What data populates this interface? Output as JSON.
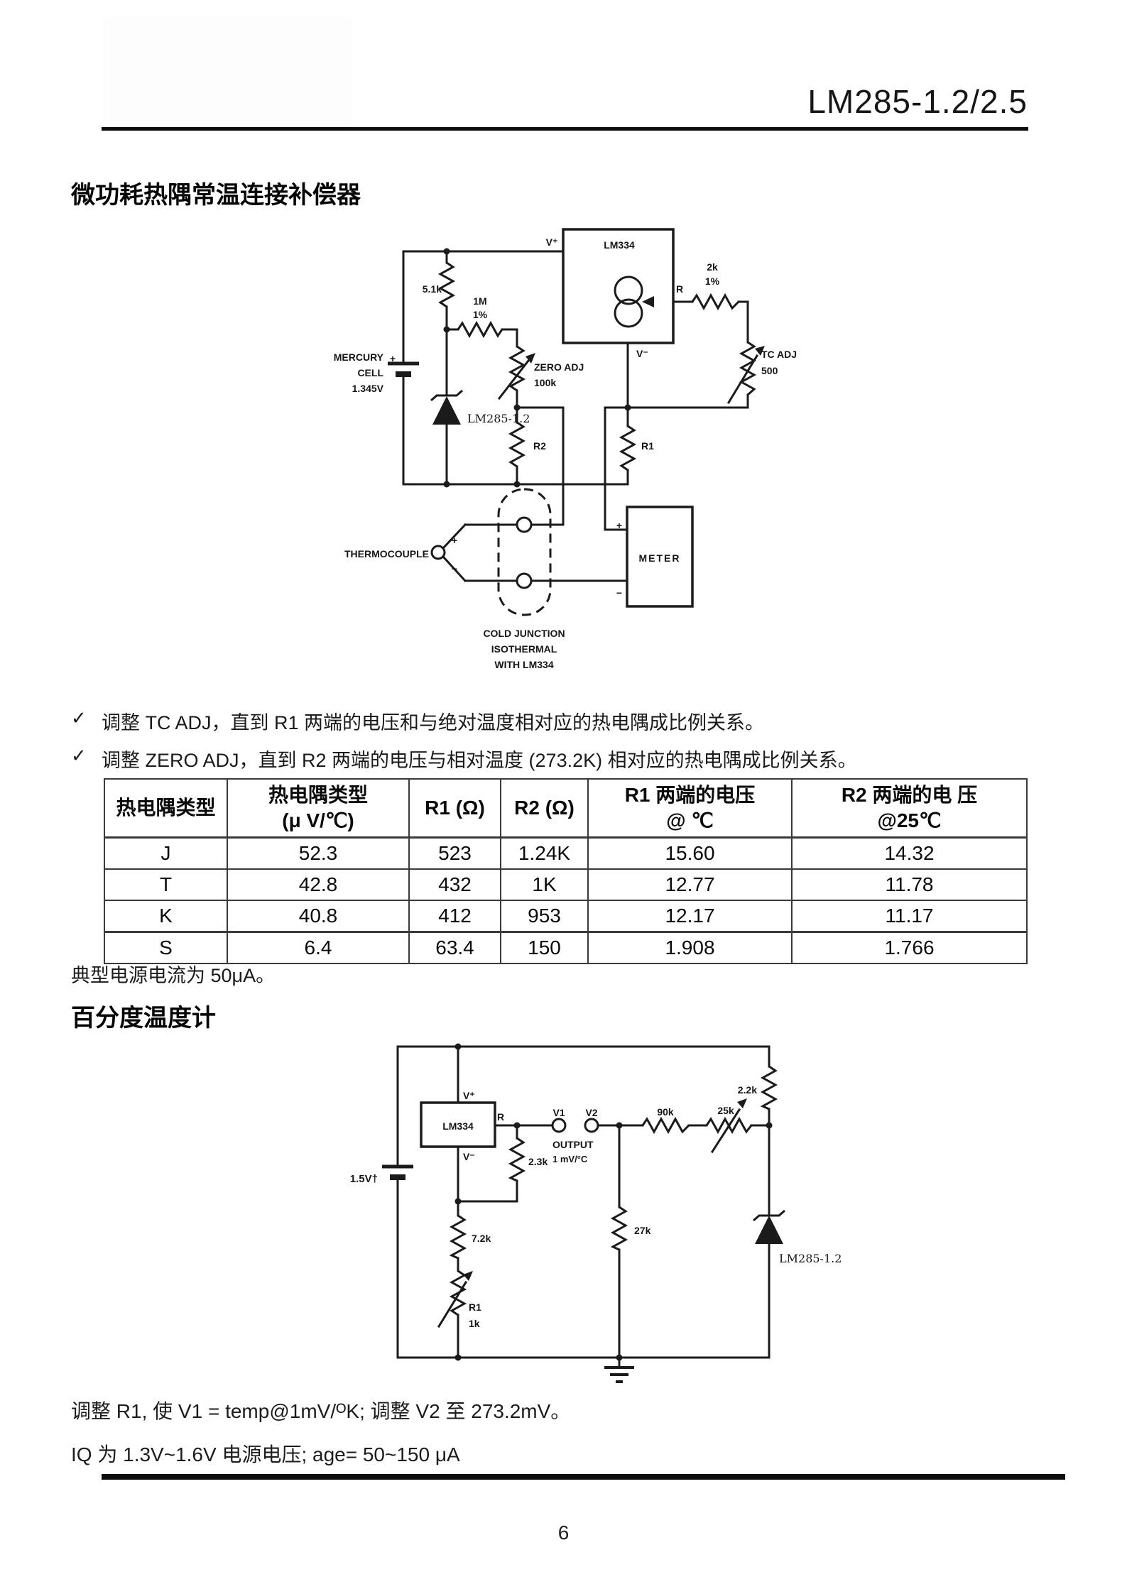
{
  "header": {
    "title": "LM285-1.2/2.5"
  },
  "section1": {
    "title": "微功耗热隅常温连接补偿器"
  },
  "bullets": [
    {
      "mark": "✓",
      "text": "调整 TC  ADJ，直到 R1 两端的电压和与绝对温度相对应的热电隅成比例关系。"
    },
    {
      "mark": "✓",
      "text": "调整 ZERO  ADJ，直到 R2 两端的电压与相对温度 (273.2K) 相对应的热电隅成比例关系。"
    }
  ],
  "table": {
    "headers": [
      {
        "line1": "热电隅类型",
        "line2": ""
      },
      {
        "line1": "热电隅类型",
        "line2": "(μ V/℃)"
      },
      {
        "line1": "R1 (Ω)",
        "line2": ""
      },
      {
        "line1": "R2 (Ω)",
        "line2": ""
      },
      {
        "line1": "R1 两端的电压",
        "line2": "@ ℃"
      },
      {
        "line1": "R2 两端的电 压",
        "line2": "@25℃"
      }
    ],
    "rows": [
      [
        "J",
        "52.3",
        "523",
        "1.24K",
        "15.60",
        "14.32"
      ],
      [
        "T",
        "42.8",
        "432",
        "1K",
        "12.77",
        "11.78"
      ],
      [
        "K",
        "40.8",
        "412",
        "953",
        "12.17",
        "11.17"
      ],
      [
        "S",
        "6.4",
        "63.4",
        "150",
        "1.908",
        "1.766"
      ]
    ]
  },
  "note": "典型电源电流为 50μA。",
  "section2": {
    "title": "百分度温度计"
  },
  "footnotes": {
    "line1": "调整 R1, 使 V1 = temp@1mV/ᴼK; 调整 V2 至 273.2mV。",
    "line2": "IQ 为 1.3V~1.6V 电源电压; age= 50~150 μA"
  },
  "footer": {
    "page_number": "6"
  },
  "circuit1": {
    "v_plus": "V⁺",
    "ic": "LM334",
    "r_pin": "R",
    "r2k": "2k",
    "r2k_tol": "1%",
    "tc_adj": "TC ADJ",
    "tc_adj_val": "500",
    "r5k1": "5.1k",
    "r1m": "1M",
    "r1m_tol": "1%",
    "zero_adj": "ZERO ADJ",
    "zero_adj_val": "100k",
    "zener": "LM285-1.2",
    "mercury_cell": [
      "MERCURY",
      "CELL",
      "1.345V"
    ],
    "bat_plus": "+",
    "v_minus": "V⁻",
    "r2": "R2",
    "r1": "R1",
    "thermocouple": "THERMOCOUPLE",
    "tc_plus": "+",
    "tc_minus": "−",
    "meter": "METER",
    "meter_plus": "+",
    "meter_minus": "−",
    "cold_junction": [
      "COLD JUNCTION",
      "ISOTHERMAL",
      "WITH LM334"
    ]
  },
  "circuit2": {
    "battery": "1.5V†",
    "v_plus": "V⁺",
    "ic": "LM334",
    "r_pin": "R",
    "v_minus": "V⁻",
    "v1": "V1",
    "v2": "V2",
    "output1": "OUTPUT",
    "output2": "1 mV/°C",
    "r2k3": "2.3k",
    "r7k2": "7.2k",
    "r1": "R1",
    "r1_val": "1k",
    "r90k": "90k",
    "pot25k": "25k",
    "r2k2": "2.2k",
    "r27k": "27k",
    "zener": "LM285-1.2"
  }
}
